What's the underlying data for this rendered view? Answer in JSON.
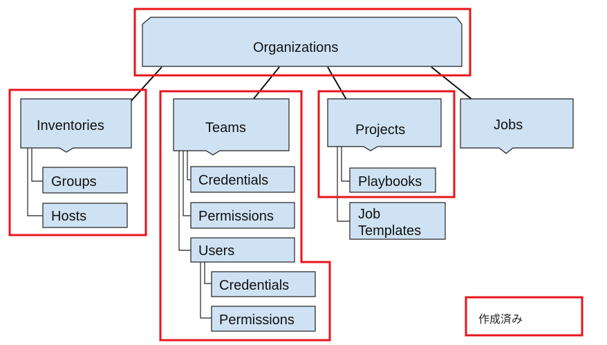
{
  "diagram": {
    "root": {
      "label": "Organizations"
    },
    "nodes": {
      "inventories": "Inventories",
      "groups": "Groups",
      "hosts": "Hosts",
      "teams": "Teams",
      "team_credentials": "Credentials",
      "team_permissions": "Permissions",
      "users": "Users",
      "user_credentials": "Credentials",
      "user_permissions": "Permissions",
      "projects": "Projects",
      "playbooks": "Playbooks",
      "job_templates_line1": "Job",
      "job_templates_line2": "Templates",
      "jobs": "Jobs"
    },
    "legend": {
      "label": "作成済み"
    },
    "colors": {
      "box_fill": "#cfe2f3",
      "box_stroke": "#1f1f1f",
      "highlight": "#e8141c",
      "arrow": "#111111"
    }
  }
}
